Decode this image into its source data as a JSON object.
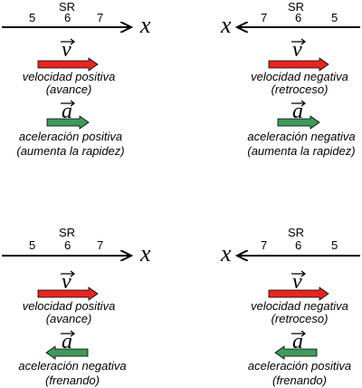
{
  "colors": {
    "velocity": "#e52620",
    "acceleration": "#3f9a5b",
    "axis": "#000000"
  },
  "panels": [
    {
      "id": "top-left",
      "axis_direction": "right",
      "frame_label": "SR",
      "ticks": [
        "5",
        "6",
        "7"
      ],
      "axis_symbol": "x",
      "velocity_symbol": "v",
      "velocity_arrow": "right",
      "velocity_caption_1": "velocidad positiva",
      "velocity_caption_2": "(avance)",
      "acceleration_symbol": "a",
      "acceleration_arrow": "right",
      "acceleration_caption_1": "aceleración positiva",
      "acceleration_caption_2": "(aumenta la rapidez)"
    },
    {
      "id": "top-right",
      "axis_direction": "left",
      "frame_label": "SR",
      "ticks": [
        "7",
        "6",
        "5"
      ],
      "axis_symbol": "x",
      "velocity_symbol": "v",
      "velocity_arrow": "right",
      "velocity_caption_1": "velocidad negativa",
      "velocity_caption_2": "(retroceso)",
      "acceleration_symbol": "a",
      "acceleration_arrow": "right",
      "acceleration_caption_1": "aceleración negativa",
      "acceleration_caption_2": "(aumenta la rapidez)"
    },
    {
      "id": "bottom-left",
      "axis_direction": "right",
      "frame_label": "SR",
      "ticks": [
        "5",
        "6",
        "7"
      ],
      "axis_symbol": "x",
      "velocity_symbol": "v",
      "velocity_arrow": "right",
      "velocity_caption_1": "velocidad positiva",
      "velocity_caption_2": "(avance)",
      "acceleration_symbol": "a",
      "acceleration_arrow": "left",
      "acceleration_caption_1": "aceleración negativa",
      "acceleration_caption_2": "(frenando)"
    },
    {
      "id": "bottom-right",
      "axis_direction": "left",
      "frame_label": "SR",
      "ticks": [
        "7",
        "6",
        "5"
      ],
      "axis_symbol": "x",
      "velocity_symbol": "v",
      "velocity_arrow": "right",
      "velocity_caption_1": "velocidad negativa",
      "velocity_caption_2": "(retroceso)",
      "acceleration_symbol": "a",
      "acceleration_arrow": "left",
      "acceleration_caption_1": "aceleración positiva",
      "acceleration_caption_2": "(frenando)"
    }
  ]
}
